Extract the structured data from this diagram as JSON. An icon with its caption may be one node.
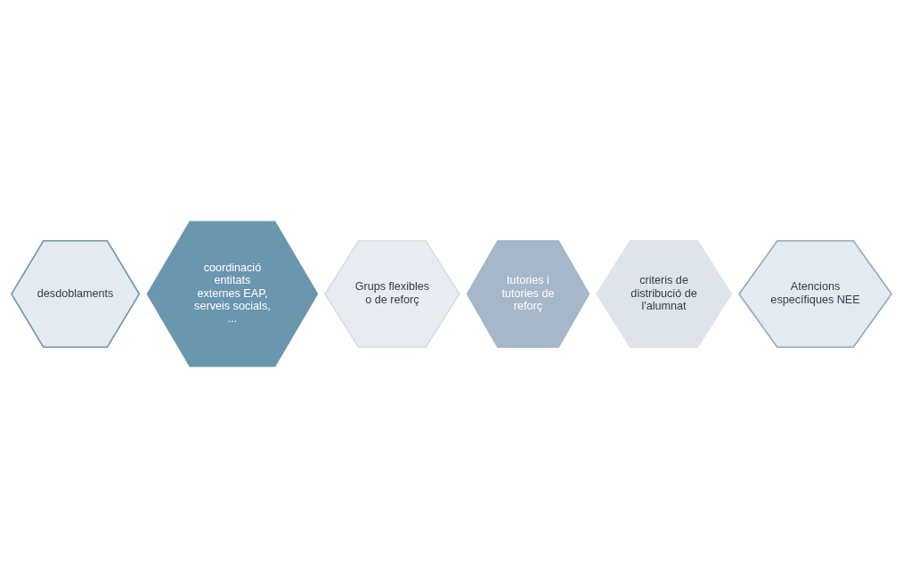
{
  "diagram": {
    "nodes": [
      {
        "text": [
          "desdoblaments"
        ]
      },
      {
        "text": [
          "coordinació entitats externes EAP, serveis socials, ..."
        ]
      },
      {
        "text": [
          "Grups flexibles o de reforç"
        ]
      },
      {
        "text": [
          "tutories i tutories de reforç"
        ]
      },
      {
        "text": [
          "criteris de distribució de l'alumnat"
        ]
      },
      {
        "text": [
          "Atencions específiques NEE"
        ]
      }
    ],
    "edges": []
  }
}
